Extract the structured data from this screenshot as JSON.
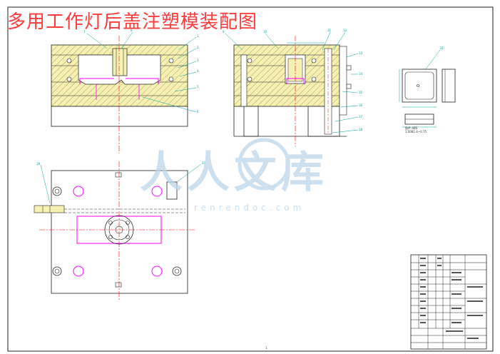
{
  "title": "多用工作灯后盖注塑模装配图",
  "watermark": {
    "text": "人人文库",
    "url": "renrendoc.com"
  },
  "colors": {
    "title": "#ff3b3b",
    "plate_fill": "#f5f0b4",
    "hatch": "#b8a24a",
    "outline": "#222222",
    "centerline": "#ff0000",
    "magenta": "#ff00ff",
    "leader": "#00a0a0",
    "watermark": "#bcd6ec"
  },
  "part_view": {
    "section_note": "胶件 ABS",
    "shrink_note": "1.0081.4~0.75"
  },
  "page_number": "1"
}
